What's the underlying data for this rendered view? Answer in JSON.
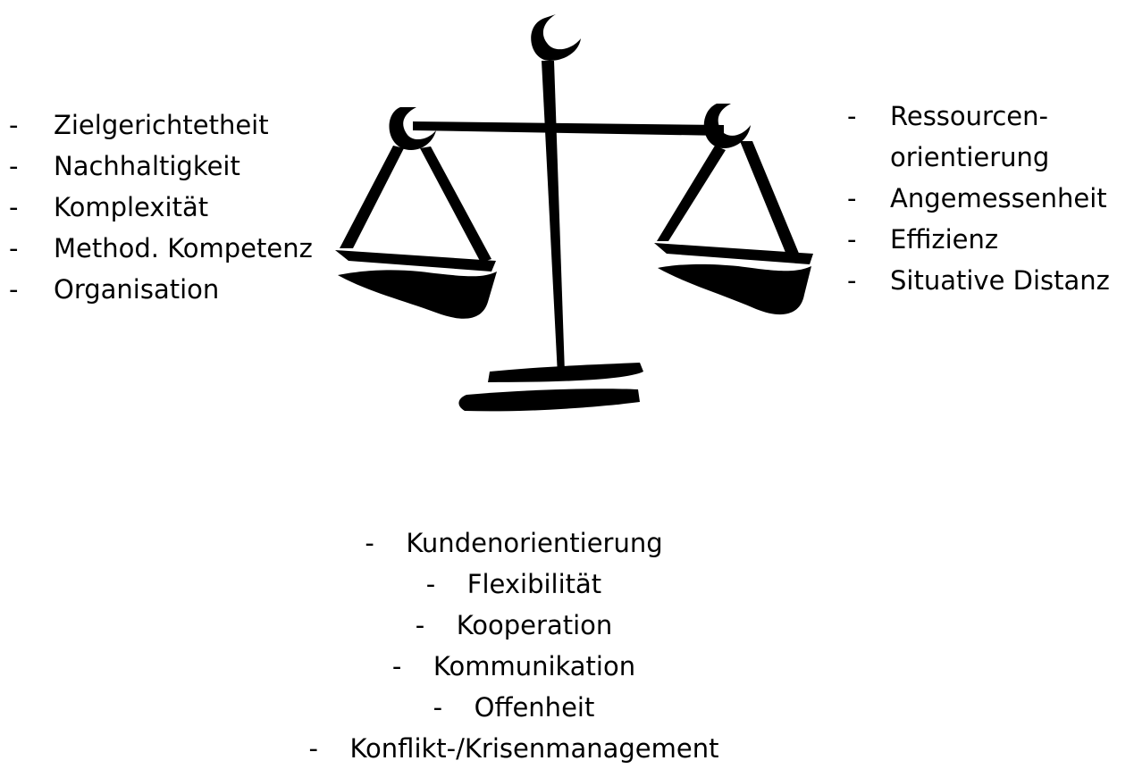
{
  "dash_symbol": "-",
  "left_list": {
    "items": [
      "Zielgerichtetheit",
      "Nachhaltigkeit",
      "Komplexität",
      "Method. Kompetenz",
      "Organisation"
    ]
  },
  "right_list": {
    "items": [
      {
        "line1": "Ressourcen-",
        "line2": "orientierung"
      },
      {
        "line1": "Angemessenheit"
      },
      {
        "line1": "Effizienz"
      },
      {
        "line1": "Situative Distanz"
      }
    ]
  },
  "bottom_list": {
    "items": [
      "Kundenorientierung",
      "Flexibilität",
      "Kooperation",
      "Kommunikation",
      "Offenheit",
      "Konflikt-/Krisenmanagement"
    ]
  },
  "graphic": {
    "icon": "balance-scale-icon",
    "color": "#000000"
  }
}
